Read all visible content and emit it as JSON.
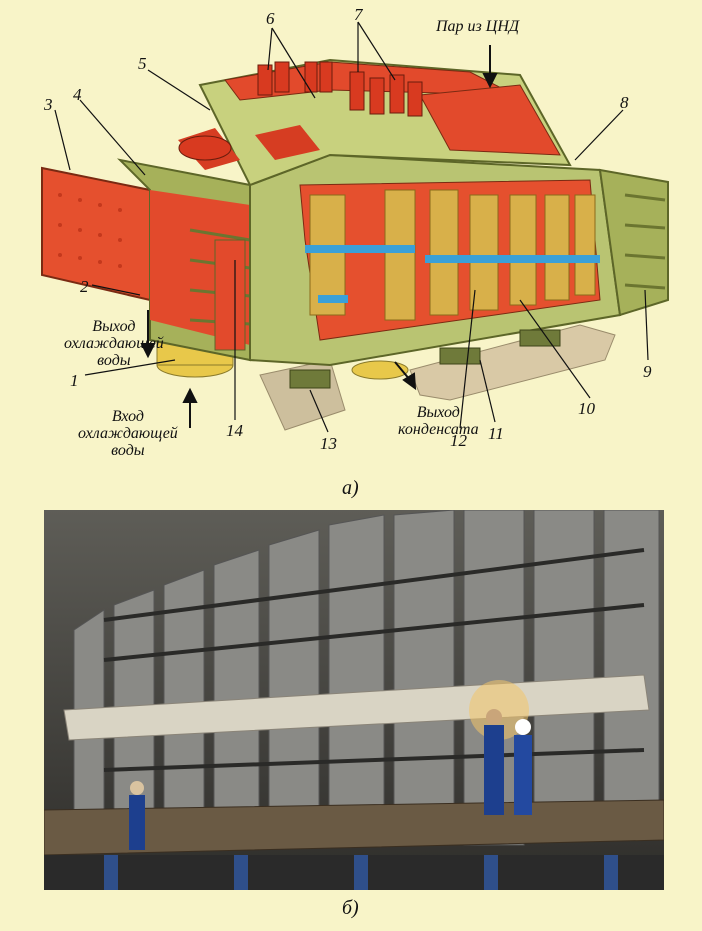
{
  "part_a": {
    "caption": "а)",
    "labels": {
      "steam_in": "Пар из ЦНД",
      "water_out": "Выход\nохлаждающей\nводы",
      "water_in": "Вход\nохлаждающей\nводы",
      "condensate_out": "Выход\nконденсата"
    },
    "numbers": [
      "1",
      "2",
      "3",
      "4",
      "5",
      "6",
      "7",
      "8",
      "9",
      "10",
      "11",
      "12",
      "13",
      "14"
    ]
  },
  "part_b": {
    "caption": "б)"
  },
  "colors": {
    "background": "#f8f4c8",
    "housing_green": "#b9c472",
    "housing_dark": "#8e9a4a",
    "interior_red": "#e2452a",
    "tube_yellow": "#d8b04a",
    "support_blue": "#3aa0d8",
    "foundation_beige": "#d9c9a6"
  }
}
